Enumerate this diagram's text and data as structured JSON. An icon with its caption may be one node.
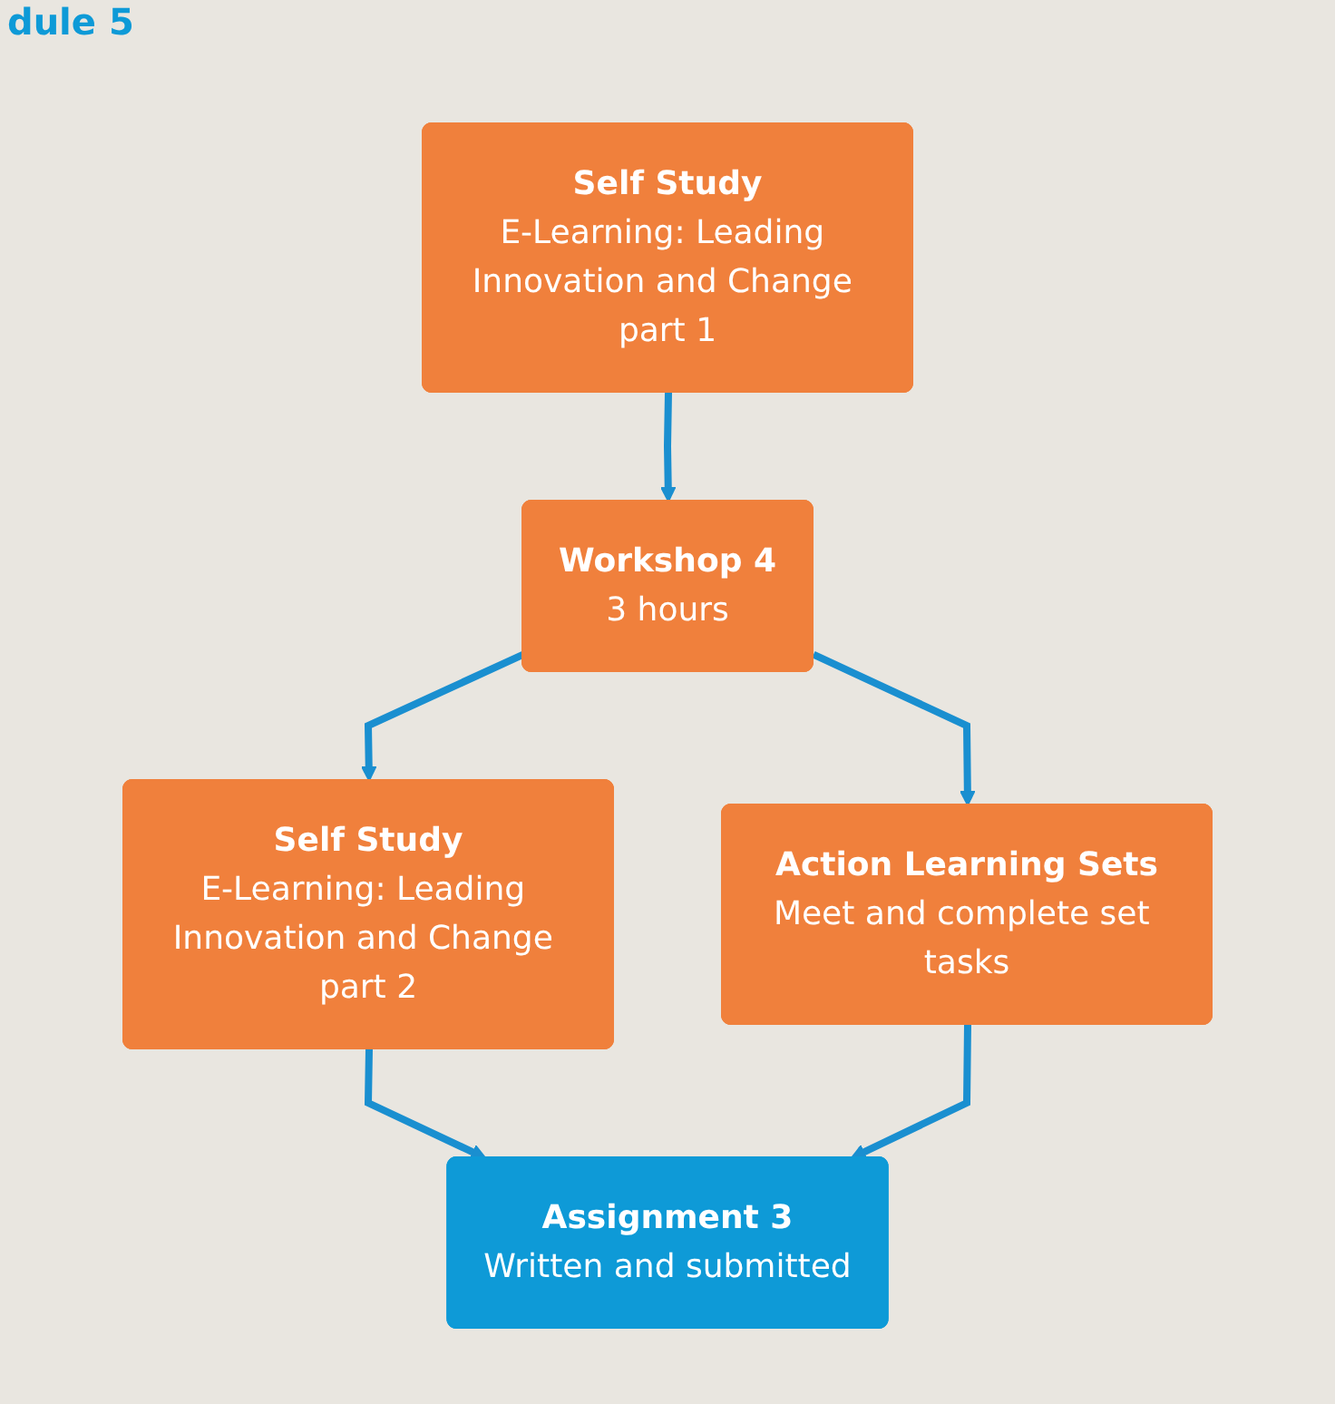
{
  "diagram": {
    "title": "dule 5",
    "nodes": [
      {
        "text": [
          "Self Study",
          "E-Learning: Leading Innovation and Change part 1"
        ]
      },
      {
        "text": [
          "Workshop 4",
          "3 hours"
        ]
      },
      {
        "text": [
          "Self Study",
          "E-Learning: Leading Innovation and Change part 2"
        ]
      },
      {
        "text": [
          "Action Learning Sets",
          "Meet and complete set tasks"
        ]
      },
      {
        "text": [
          "Assignment 3",
          "Written and submitted"
        ]
      }
    ],
    "edges": [
      {
        "from": 0,
        "to": 1,
        "arrow": "to"
      },
      {
        "from": 1,
        "to": 2,
        "arrow": "to"
      },
      {
        "from": 1,
        "to": 3,
        "arrow": "to"
      },
      {
        "from": 2,
        "to": 4,
        "arrow": "to"
      },
      {
        "from": 3,
        "to": 4,
        "arrow": "to"
      }
    ]
  }
}
